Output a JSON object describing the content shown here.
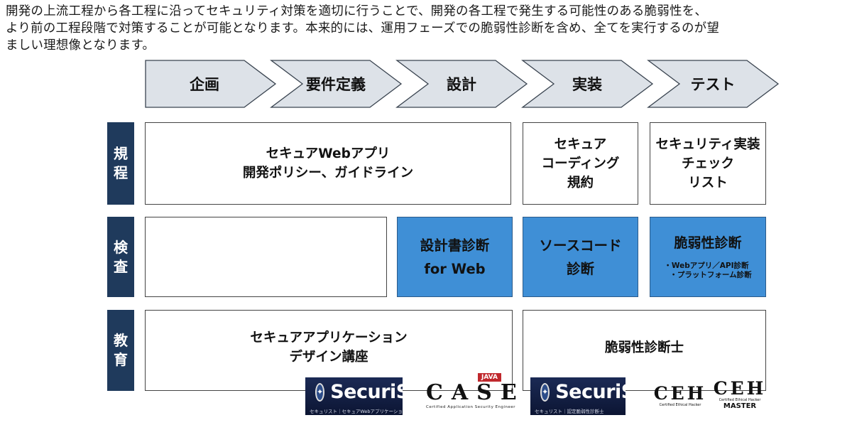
{
  "intro": {
    "lines": [
      "開発の上流工程から各工程に沿ってセキュリティ対策を適切に行うことで、開発の各工程で発生する可能性のある脆弱性を、",
      "より前の工程段階で対策することが可能となります。本来的には、運用フェーズでの脆弱性診断を含め、全てを実行するのが望",
      "ましい理想像となります。"
    ]
  },
  "phases": [
    "企画",
    "要件定義",
    "設計",
    "実装",
    "テスト"
  ],
  "rows": {
    "rules": {
      "header": [
        "規",
        "程"
      ],
      "cells": [
        {
          "lines": [
            "セキュアWebアプリ",
            "開発ポリシー、ガイドライン"
          ]
        },
        {
          "lines": [
            "セキュア",
            "コーディング",
            "規約"
          ]
        },
        {
          "lines": [
            "セキュリティ実装",
            "チェック",
            "リスト"
          ]
        }
      ]
    },
    "inspection": {
      "header": [
        "検",
        "査"
      ],
      "cells": [
        {
          "lines": []
        },
        {
          "lines": [
            "設計書診断",
            "for Web"
          ]
        },
        {
          "lines": [
            "ソースコード",
            "診断"
          ]
        },
        {
          "title": "脆弱性診断",
          "sub": [
            "・Webアプリ／API診断",
            "・プラットフォーム診断"
          ]
        }
      ]
    },
    "education": {
      "header": [
        "教",
        "育"
      ],
      "cells": [
        {
          "lines": [
            "セキュアアプリケーション",
            "デザイン講座"
          ]
        },
        {
          "lines": [
            "脆弱性診断士"
          ]
        }
      ]
    }
  },
  "logos": {
    "securisi_1": {
      "wordmark": "SecuriSi",
      "tag": "セキュリスト｜セキュアWebアプリケーション設計士"
    },
    "case": {
      "word": "CASE",
      "badge": "JAVA",
      "tag": "Certified Application Security Engineer"
    },
    "securisi_2": {
      "wordmark": "SecuriSi",
      "tag": "セキュリスト｜認定脆弱性診断士"
    },
    "ceh": {
      "word": "CEH",
      "sub": "Certified Ethical Hacker"
    },
    "ceh_master": {
      "word": "CEH",
      "sub": "Certified Ethical Hacker",
      "master": "MASTER"
    }
  },
  "colors": {
    "header_navy": "#1f3a5c",
    "diagnosis_blue": "#3f8fd6",
    "phase_fill": "#dde2e8",
    "securisi_navy": "#0f1b40",
    "case_red": "#c0282d"
  }
}
